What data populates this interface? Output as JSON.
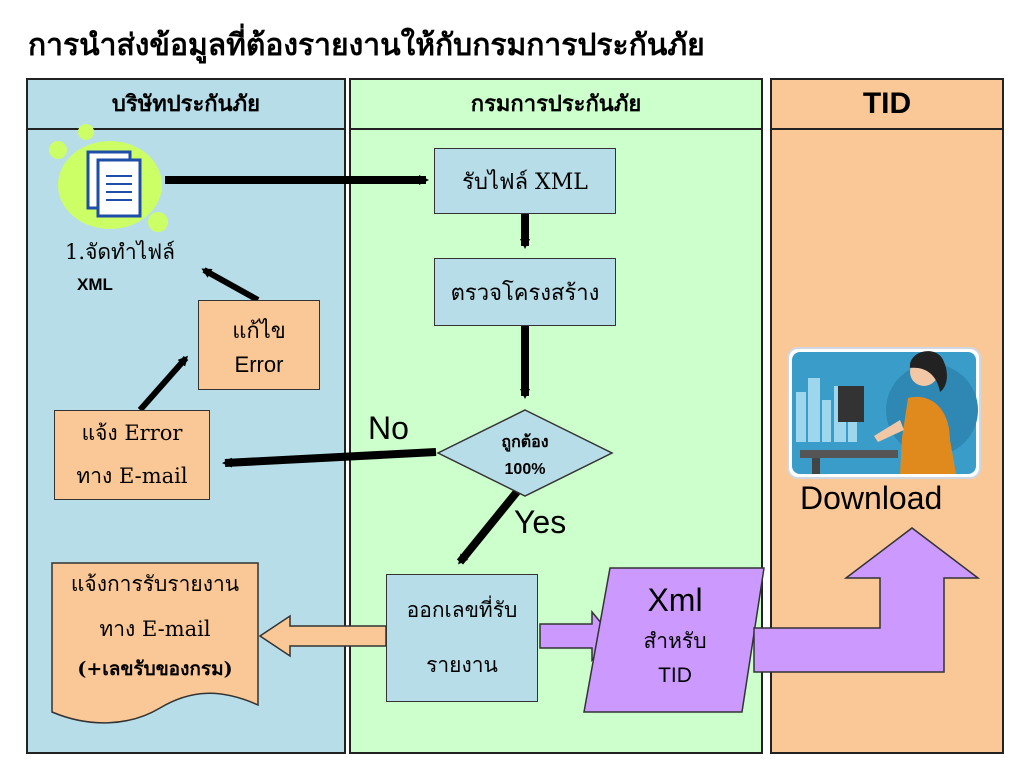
{
  "title": "การนำส่งข้อมูลที่ต้องรายงานให้กับกรมการประกันภัย",
  "lanes": {
    "insurer": "บริษัทประกันภัย",
    "dept": "กรมการประกันภัย",
    "tid": "TID"
  },
  "nodes": {
    "prepare_line1": "1.จัดทำไฟล์",
    "prepare_line2": "XML",
    "fix_line1": "แก้ไข",
    "fix_line2": "Error",
    "notify_error_line1": "แจ้ง Error",
    "notify_error_line2": "ทาง E-mail",
    "notify_receipt_line1": "แจ้งการรับรายงาน",
    "notify_receipt_line2": "ทาง E-mail",
    "notify_receipt_line3": "(+เลขรับของกรม)",
    "receive": "รับไฟล์ XML",
    "check_structure": "ตรวจโครงสร้าง",
    "decision_line1": "ถูกต้อง",
    "decision_line2": "100%",
    "issue_line1": "ออกเลขที่รับ",
    "issue_line2": "รายงาน",
    "xml_line1": "Xml",
    "xml_line2": "สำหรับ",
    "xml_line3": "TID",
    "download": "Download"
  },
  "labels": {
    "no": "No",
    "yes": "Yes"
  },
  "colors": {
    "insurer_lane": "#b7dde8",
    "dept_lane": "#ccffcc",
    "tid_lane": "#fac896",
    "process_box": "#b7dde8",
    "orange_box": "#fac896",
    "purple": "#cc99ff"
  }
}
